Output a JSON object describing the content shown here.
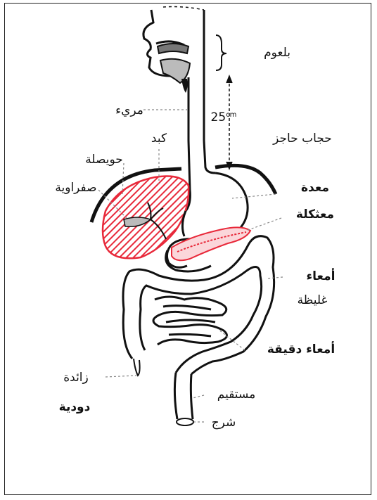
{
  "labels": {
    "pharynx": "بلعوم",
    "esophagus": "مريء",
    "distance": "25",
    "distance_unit": "cm",
    "liver": "كبد",
    "diaphragm": "حجاب حاجز",
    "gallbladder_line1": "حويصلة",
    "gallbladder_line2": "صفراوية",
    "stomach": "معدة",
    "pancreas": "معثكلة",
    "large_intestine_line1": "أمعاء",
    "large_intestine_line2": "غليظة",
    "small_intestine": "أمعاء دقيقة",
    "appendix_line1": "زائدة",
    "appendix_line2": "دودية",
    "rectum": "مستقيم",
    "anus": "شرج"
  },
  "colors": {
    "liver_fill": "#e8293a",
    "pancreas_fill": "#e8293a",
    "outline": "#111111"
  }
}
